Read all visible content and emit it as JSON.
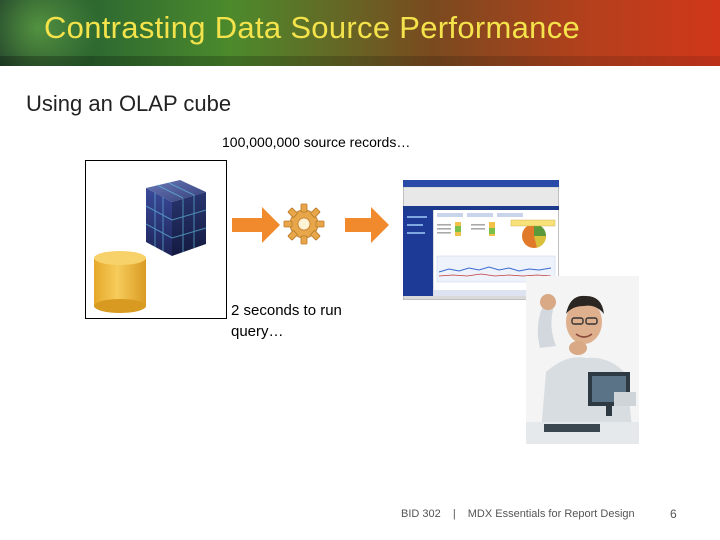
{
  "slide": {
    "title": "Contrasting Data Source Performance",
    "subtitle": "Using an OLAP cube",
    "records_label": "100,000,000 source records…",
    "timing_label": "2 seconds to run query…"
  },
  "footer": {
    "course_code": "BID 302",
    "separator": "|",
    "course_title": "MDX Essentials for Report Design",
    "page_number": "6"
  },
  "colors": {
    "title_text": "#f4e34a",
    "arrow": "#f08a2c",
    "cylinder": "#f2c14a",
    "cube": "#2f3f8a"
  },
  "icons": [
    "olap-cube-icon",
    "database-cylinder-icon",
    "arrow-right-icon",
    "gear-icon",
    "report-screenshot",
    "happy-user-photo"
  ]
}
